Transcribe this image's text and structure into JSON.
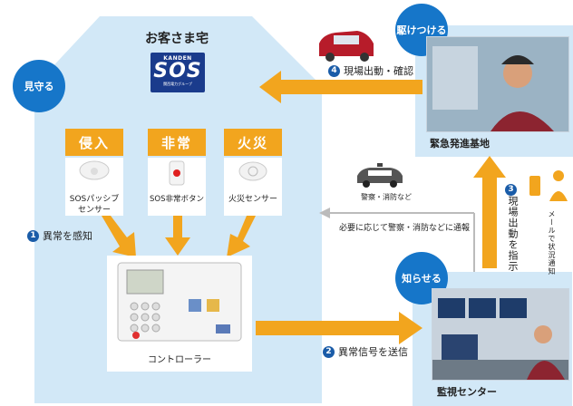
{
  "house": {
    "title": "お客さま宅"
  },
  "logo": {
    "top": "KANDEN",
    "main": "SOS",
    "sub": "関西電力グループ"
  },
  "circles": {
    "watch": "見守る",
    "rush": "駆けつける",
    "notify": "知らせる"
  },
  "categories": [
    {
      "label": "侵入",
      "sensor": [
        "SOSパッシブ",
        "センサー"
      ]
    },
    {
      "label": "非常",
      "sensor": [
        "SOS非常ボタン"
      ]
    },
    {
      "label": "火災",
      "sensor": [
        "火災センサー"
      ]
    }
  ],
  "controller": {
    "label": "コントローラー"
  },
  "steps": {
    "s1": {
      "num": "1",
      "text": "異常を感知"
    },
    "s2": {
      "num": "2",
      "text": "異常信号を送信"
    },
    "s3": {
      "num": "3",
      "text": "現場出動を指示"
    },
    "s4": {
      "num": "4",
      "text": "現場出動・確認"
    }
  },
  "police": {
    "label": "警察・消防など",
    "note": "必要に応じて警察・消防などに通報"
  },
  "mail": {
    "label": "メールで状況通知"
  },
  "places": {
    "base": "緊急発進基地",
    "center": "監視センター"
  },
  "colors": {
    "house": "#d2e8f7",
    "accent": "#f2a51e",
    "blue": "#1676c9",
    "navy": "#1a5ca8",
    "brand": "#1a3b8c"
  }
}
